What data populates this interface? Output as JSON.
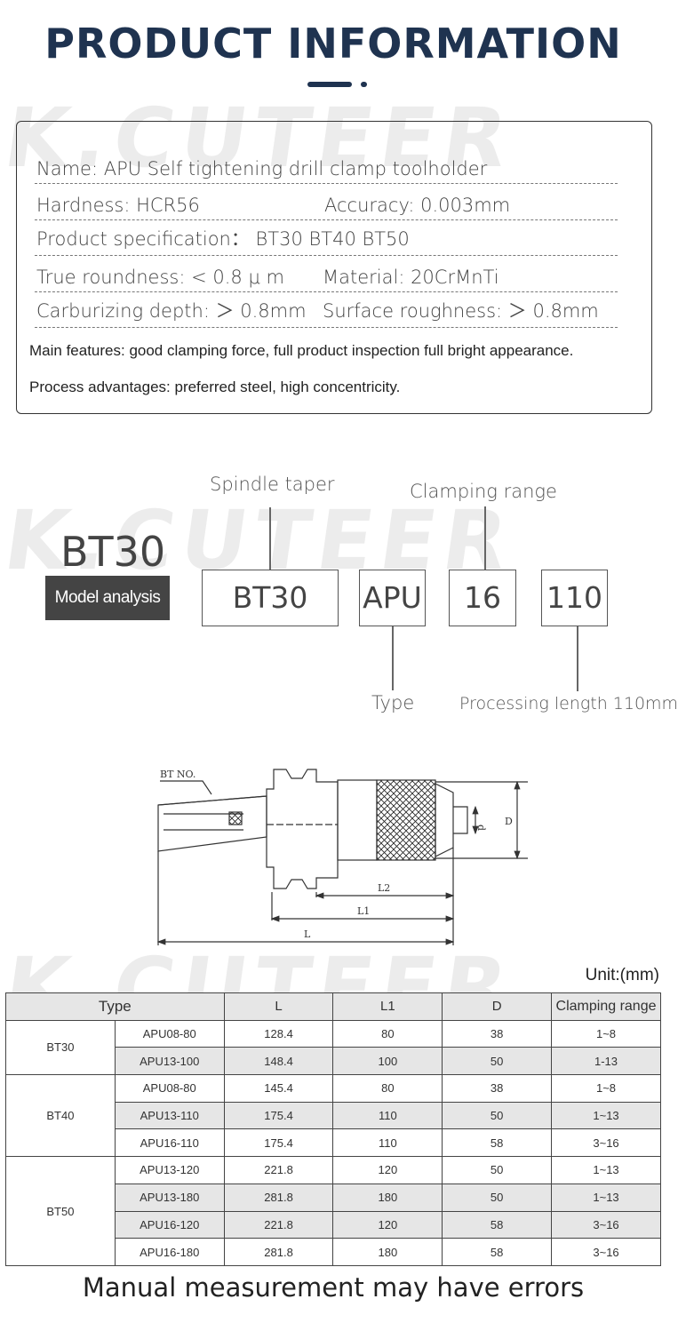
{
  "title": "PRODUCT INFORMATION",
  "watermark": "K.CUTEER",
  "info": {
    "name": "Name:  APU Self tightening drill clamp toolholder",
    "hardness": "Hardness:  HCR56",
    "accuracy": "Accuracy:  0.003mm",
    "spec": "Product specification： BT30  BT40  BT50",
    "roundness": "True roundness: < 0.8 μ m",
    "material": "Material:  20CrMnTi",
    "carburizing": "Carburizing depth: ＞ 0.8mm",
    "roughness": "Surface roughness: ＞ 0.8mm",
    "features": "Main features: good clamping force, full product inspection full bright appearance.",
    "advantages": "Process advantages: preferred steel, high concentricity."
  },
  "model": {
    "big": "BT30",
    "badge": "Model analysis",
    "spindle_label": "Spindle taper",
    "clamping_label": "Clamping range",
    "type_label": "Type",
    "length_label": "Processing length 110mm",
    "boxes": [
      "BT30",
      "APU",
      "16",
      "110"
    ]
  },
  "drawing": {
    "bt_no": "BT  NO.",
    "L": "L",
    "L1": "L1",
    "L2": "L2",
    "D": "D",
    "d": "d"
  },
  "table": {
    "unit": "Unit:(mm)",
    "headers": [
      "Type",
      "L",
      "L1",
      "D",
      "Clamping range"
    ],
    "groups": [
      {
        "name": "BT30",
        "rows": [
          [
            "APU08-80",
            "128.4",
            "80",
            "38",
            "1~8"
          ],
          [
            "APU13-100",
            "148.4",
            "100",
            "50",
            "1-13"
          ]
        ]
      },
      {
        "name": "BT40",
        "rows": [
          [
            "APU08-80",
            "145.4",
            "80",
            "38",
            "1~8"
          ],
          [
            "APU13-110",
            "175.4",
            "110",
            "50",
            "1~13"
          ],
          [
            "APU16-110",
            "175.4",
            "110",
            "58",
            "3~16"
          ]
        ]
      },
      {
        "name": "BT50",
        "rows": [
          [
            "APU13-120",
            "221.8",
            "120",
            "50",
            "1~13"
          ],
          [
            "APU13-180",
            "281.8",
            "180",
            "50",
            "1~13"
          ],
          [
            "APU16-120",
            "221.8",
            "120",
            "58",
            "3~16"
          ],
          [
            "APU16-180",
            "281.8",
            "180",
            "58",
            "3~16"
          ]
        ]
      }
    ]
  },
  "footer": "Manual measurement may have errors"
}
